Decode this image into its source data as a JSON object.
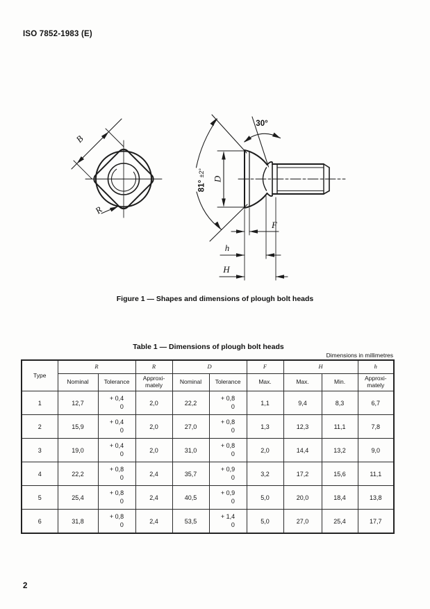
{
  "page": {
    "header_title": "ISO 7852-1983 (E)",
    "page_number": "2"
  },
  "figure": {
    "caption": "Figure 1 — Shapes and dimensions of plough bolt heads",
    "labels": {
      "width_across_flats": "B",
      "corner_radius": "R",
      "chamfer_angle": "30°",
      "cone_angle": "81°",
      "cone_angle_tolerance": "±2°",
      "head_diameter": "D",
      "flat_thickness": "F",
      "height_small": "h",
      "height_total": "H"
    }
  },
  "table": {
    "title": "Table 1 — Dimensions of plough bolt heads",
    "units_note": "Dimensions in millimetres",
    "header": {
      "type": "Type",
      "r_group": "R",
      "r_approx_group": "R",
      "d_group": "D",
      "f_group": "F",
      "h_cap_group": "H",
      "h_group": "h",
      "nominal": "Nominal",
      "tolerance": "Tolerance",
      "approx_line1": "Approxi-",
      "approx_line2": "mately",
      "max": "Max.",
      "min": "Min."
    },
    "rows": [
      {
        "type": "1",
        "r_nominal": "12,7",
        "r_tol_plus": "+ 0,4",
        "r_tol_zero": "0",
        "r_approx": "2,0",
        "d_nominal": "22,2",
        "d_tol_plus": "+ 0,8",
        "d_tol_zero": "0",
        "f_max": "1,1",
        "h_max": "9,4",
        "h_min": "8,3",
        "h_approx": "6,7"
      },
      {
        "type": "2",
        "r_nominal": "15,9",
        "r_tol_plus": "+ 0,4",
        "r_tol_zero": "0",
        "r_approx": "2,0",
        "d_nominal": "27,0",
        "d_tol_plus": "+ 0,8",
        "d_tol_zero": "0",
        "f_max": "1,3",
        "h_max": "12,3",
        "h_min": "11,1",
        "h_approx": "7,8"
      },
      {
        "type": "3",
        "r_nominal": "19,0",
        "r_tol_plus": "+ 0,4",
        "r_tol_zero": "0",
        "r_approx": "2,0",
        "d_nominal": "31,0",
        "d_tol_plus": "+ 0,8",
        "d_tol_zero": "0",
        "f_max": "2,0",
        "h_max": "14,4",
        "h_min": "13,2",
        "h_approx": "9,0"
      },
      {
        "type": "4",
        "r_nominal": "22,2",
        "r_tol_plus": "+ 0,8",
        "r_tol_zero": "0",
        "r_approx": "2,4",
        "d_nominal": "35,7",
        "d_tol_plus": "+ 0,9",
        "d_tol_zero": "0",
        "f_max": "3,2",
        "h_max": "17,2",
        "h_min": "15,6",
        "h_approx": "11,1"
      },
      {
        "type": "5",
        "r_nominal": "25,4",
        "r_tol_plus": "+ 0,8",
        "r_tol_zero": "0",
        "r_approx": "2,4",
        "d_nominal": "40,5",
        "d_tol_plus": "+ 0,9",
        "d_tol_zero": "0",
        "f_max": "5,0",
        "h_max": "20,0",
        "h_min": "18,4",
        "h_approx": "13,8"
      },
      {
        "type": "6",
        "r_nominal": "31,8",
        "r_tol_plus": "+ 0,8",
        "r_tol_zero": "0",
        "r_approx": "2,4",
        "d_nominal": "53,5",
        "d_tol_plus": "+ 1,4",
        "d_tol_zero": "0",
        "f_max": "5,0",
        "h_max": "27,0",
        "h_min": "25,4",
        "h_approx": "17,7"
      }
    ]
  }
}
